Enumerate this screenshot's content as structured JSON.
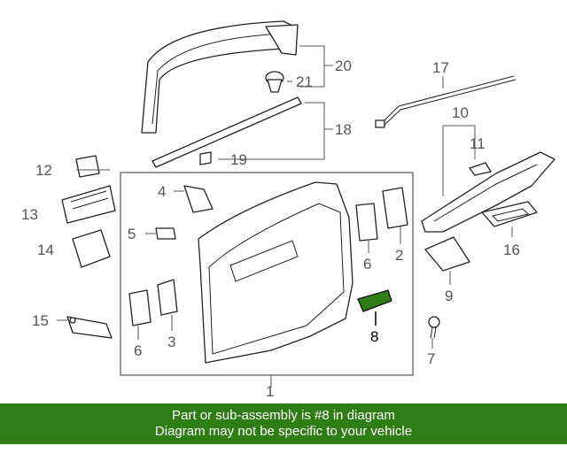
{
  "diagram": {
    "callouts": [
      "1",
      "2",
      "3",
      "4",
      "5",
      "6",
      "6",
      "7",
      "8",
      "9",
      "10",
      "11",
      "12",
      "13",
      "14",
      "15",
      "16",
      "17",
      "18",
      "19",
      "20",
      "21"
    ],
    "highlighted_part": "8",
    "highlight_color": "#2e7d17"
  },
  "banner": {
    "line1": "Part or sub-assembly is #8 in diagram",
    "line2": "Diagram may not be specific to your vehicle",
    "background": "#2e7d17"
  }
}
